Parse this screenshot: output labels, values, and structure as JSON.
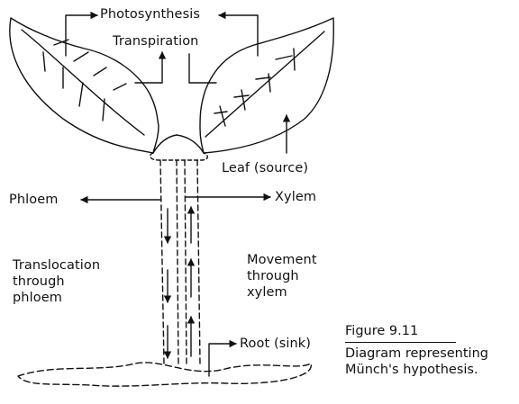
{
  "labels": {
    "photosynthesis": "Photosynthesis",
    "transpiration": "Transpiration",
    "leaf_source": "Leaf (source)",
    "phloem": "Phloem",
    "xylem": "Xylem",
    "translocation": [
      "Translocation",
      "through",
      "phloem"
    ],
    "movement": [
      "Movement",
      "through",
      "xylem"
    ],
    "root_sink": "Root (sink)"
  },
  "caption": {
    "figure": "Figure 9.11",
    "text": [
      "Diagram representing",
      "Münch's hypothesis."
    ]
  }
}
